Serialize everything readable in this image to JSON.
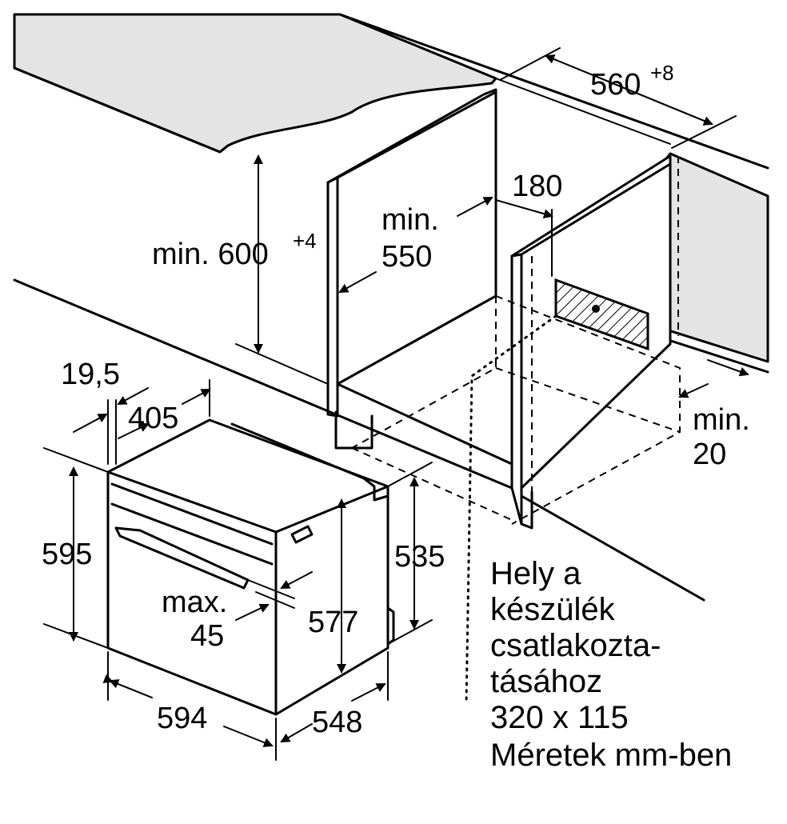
{
  "dimensions": {
    "width_niche": "560",
    "width_niche_tol": "+8",
    "height_niche_label": "min. 600",
    "height_niche_tol": "+4",
    "depth_min_line1": "min.",
    "depth_min_line2": "550",
    "vent_offset": "180",
    "back_gap_line1": "min.",
    "back_gap_line2": "20",
    "front_panel": "19,5",
    "door_offset": "405",
    "oven_height": "595",
    "body_height": "535",
    "inner_height": "577",
    "handle_gap_line1": "max.",
    "handle_gap_line2": "45",
    "oven_width": "594",
    "oven_depth": "548"
  },
  "note": {
    "line1": "Hely a",
    "line2": "készülék",
    "line3": "csatlakozta-",
    "line4": "tásához",
    "line5": "320 x 115",
    "units": "Méretek mm-ben"
  }
}
